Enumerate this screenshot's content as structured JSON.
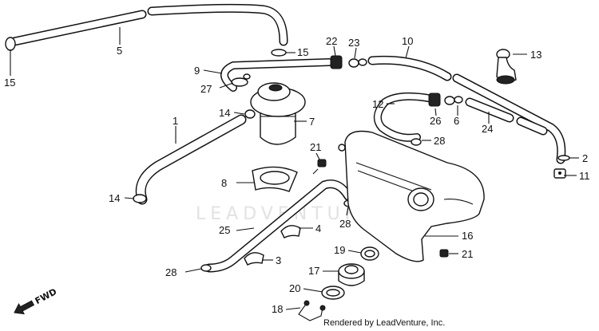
{
  "diagram": {
    "watermark": "LEADVENTURE",
    "credit": "Rendered by LeadVenture, Inc.",
    "fwd_label": "FWD",
    "callouts": {
      "n1": "1",
      "n2": "2",
      "n3": "3",
      "n4": "4",
      "n5": "5",
      "n6": "6",
      "n7": "7",
      "n8": "8",
      "n9": "9",
      "n10": "10",
      "n11": "11",
      "n12": "12",
      "n13": "13",
      "n14a": "14",
      "n14b": "14",
      "n15a": "15",
      "n15b": "15",
      "n16": "16",
      "n17": "17",
      "n18": "18",
      "n19": "19",
      "n20": "20",
      "n21a": "21",
      "n21b": "21",
      "n22": "22",
      "n23": "23",
      "n24": "24",
      "n25": "25",
      "n26": "26",
      "n27": "27",
      "n28a": "28",
      "n28b": "28",
      "n28c": "28"
    }
  }
}
